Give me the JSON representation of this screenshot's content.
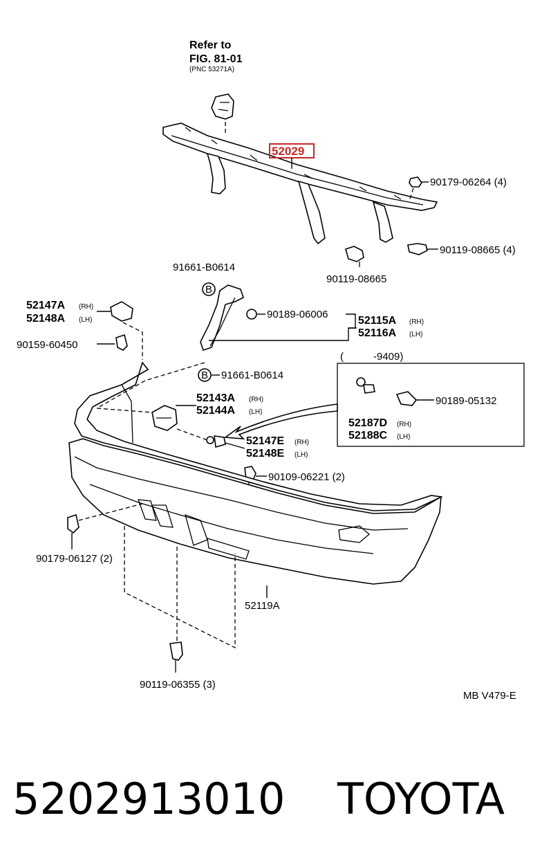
{
  "reference": {
    "line1": "Refer to",
    "line2": "FIG. 81-01",
    "line3": "(PNC 53271A)"
  },
  "highlight_part": "52029",
  "callouts": [
    {
      "id": "c1",
      "text": "90179-06264 (4)"
    },
    {
      "id": "c2",
      "text": "90119-08665 (4)"
    },
    {
      "id": "c3",
      "text": "90119-08665"
    },
    {
      "id": "c4",
      "text": "91661-B0614"
    },
    {
      "id": "c5",
      "text": "90189-06006"
    },
    {
      "id": "c6",
      "text": "91661-B0614"
    },
    {
      "id": "c7",
      "text": "90159-60450"
    },
    {
      "id": "c8",
      "text": "90189-05132"
    },
    {
      "id": "c9",
      "text": "90109-06221 (2)"
    },
    {
      "id": "c10",
      "text": "90179-06127 (2)"
    },
    {
      "id": "c11",
      "text": "52119A"
    },
    {
      "id": "c12",
      "text": "90119-06355 (3)"
    }
  ],
  "pairs": {
    "p52147a": {
      "rh": "52147A",
      "lh": "52148A",
      "rh_tag": "(RH)",
      "lh_tag": "(LH)"
    },
    "p52115a": {
      "rh": "52115A",
      "lh": "52116A",
      "rh_tag": "(RH)",
      "lh_tag": "(LH)"
    },
    "p52143a": {
      "rh": "52143A",
      "lh": "52144A",
      "rh_tag": "(RH)",
      "lh_tag": "(LH)"
    },
    "p52147e": {
      "rh": "52147E",
      "lh": "52148E",
      "rh_tag": "(RH)",
      "lh_tag": "(LH)"
    },
    "p52187d": {
      "rh": "52187D",
      "lh": "52188C",
      "rh_tag": "(RH)",
      "lh_tag": "(LH)"
    }
  },
  "circle_mark": "B",
  "box_label_open": "(",
  "box_label_date": "-9409)",
  "diagram_code": "MB V479-E",
  "footer": {
    "part_number": "5202913010",
    "brand": "TOYOTA"
  }
}
